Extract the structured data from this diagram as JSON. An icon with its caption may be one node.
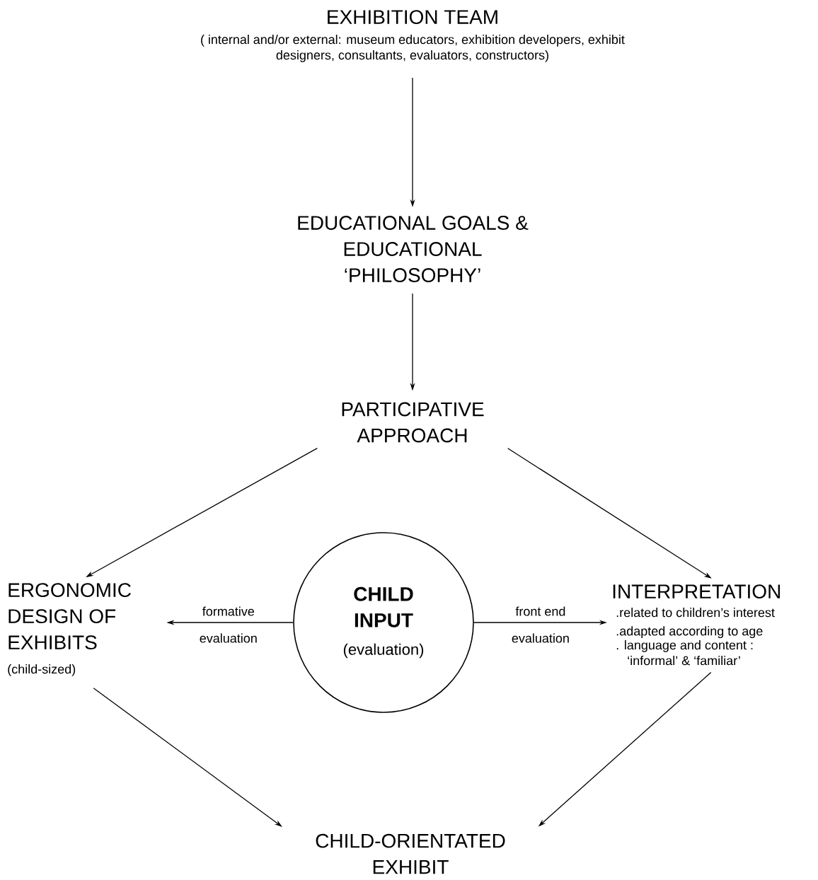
{
  "diagram": {
    "nodes": [
      {
        "text": [
          "EXHIBITION TEAM",
          "( internal and/or external: museum educators, exhibition developers, exhibit designers, consultants, evaluators, constructors)"
        ]
      },
      {
        "text": [
          "EDUCATIONAL GOALS & EDUCATIONAL ‘PHILOSOPHY’"
        ]
      },
      {
        "text": [
          "PARTICIPATIVE APPROACH"
        ]
      },
      {
        "text": [
          "ERGONOMIC DESIGN OF EXHIBITS",
          "(child-sized)"
        ]
      },
      {
        "text": [
          "CHILD INPUT",
          "(evaluation)"
        ]
      },
      {
        "text": [
          "INTERPRETATION",
          ".related to children’s interest",
          ".adapted according to age",
          ". language and content : ‘informal’ & ‘familiar’"
        ]
      },
      {
        "text": [
          "CHILD-ORIENTATED EXHIBIT"
        ]
      }
    ],
    "edges": [
      {
        "from": 0,
        "to": 1,
        "arrow": "to"
      },
      {
        "from": 1,
        "to": 2,
        "arrow": "to"
      },
      {
        "from": 2,
        "to": 3,
        "arrow": "to"
      },
      {
        "from": 2,
        "to": 5,
        "arrow": "to"
      },
      {
        "from": 4,
        "to": 3,
        "arrow": "to",
        "label": "formative evaluation"
      },
      {
        "from": 4,
        "to": 5,
        "arrow": "to",
        "label": "front end evaluation"
      },
      {
        "from": 3,
        "to": 6,
        "arrow": "to"
      },
      {
        "from": 5,
        "to": 6,
        "arrow": "to"
      }
    ]
  }
}
